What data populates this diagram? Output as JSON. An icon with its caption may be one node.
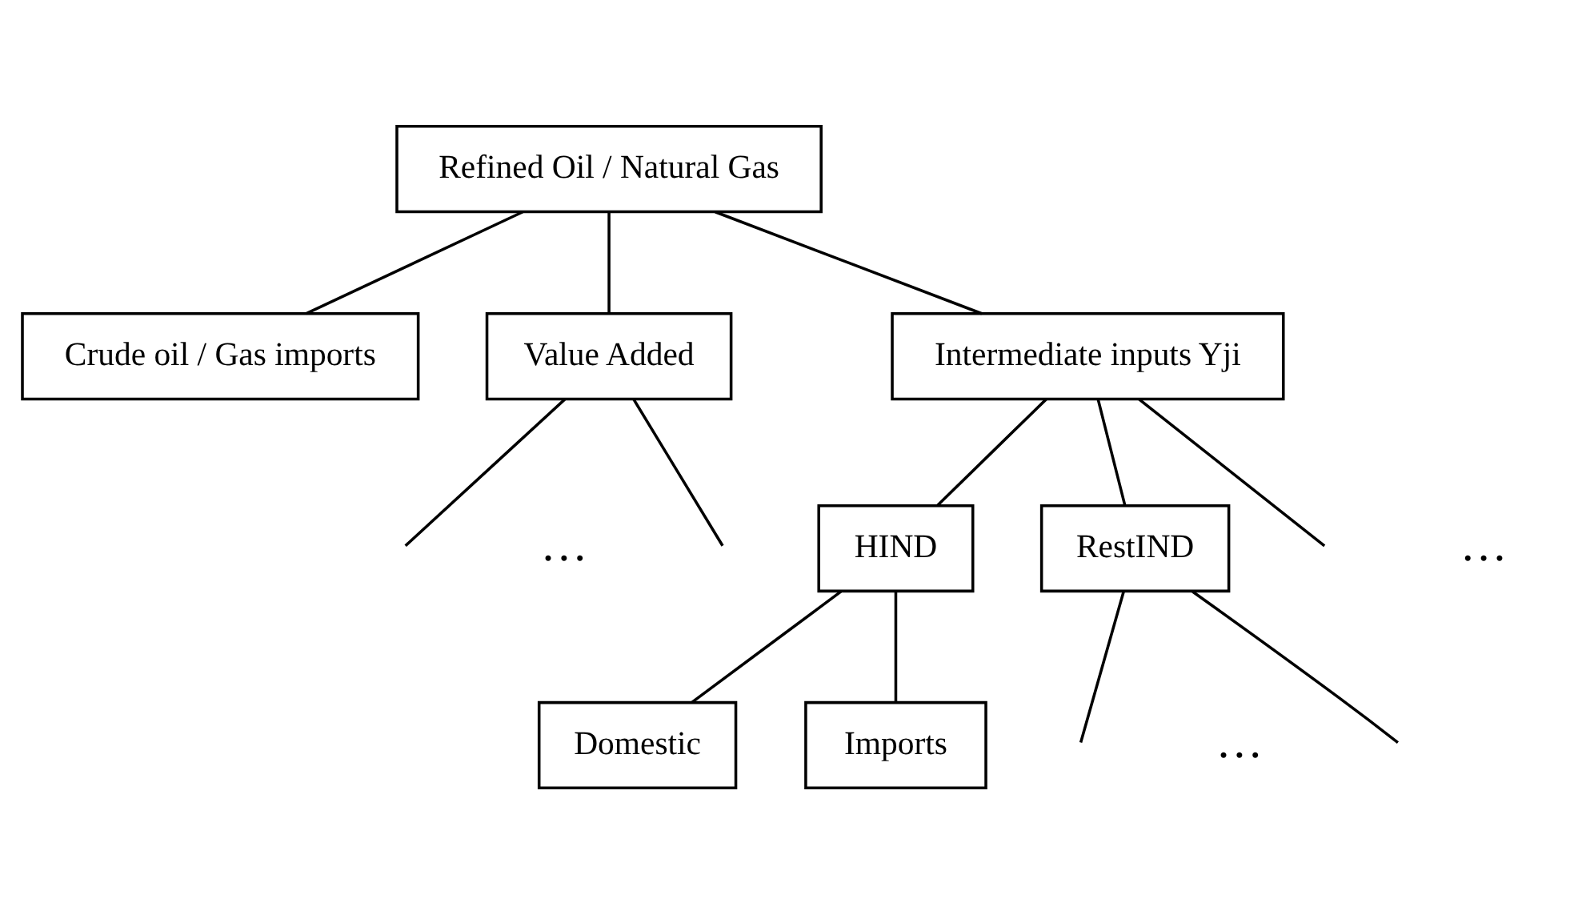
{
  "diagram": {
    "nodes": [
      {
        "text": [
          "Refined Oil / Natural Gas"
        ]
      },
      {
        "text": [
          "Crude oil / Gas imports"
        ]
      },
      {
        "text": [
          "Value Added"
        ]
      },
      {
        "text": [
          "Intermediate inputs Yji"
        ]
      },
      {
        "text": [
          "HIND"
        ]
      },
      {
        "text": [
          "RestIND"
        ]
      },
      {
        "text": [
          "Domestic"
        ]
      },
      {
        "text": [
          "Imports"
        ]
      }
    ],
    "edges": [
      {
        "from": 0,
        "to": 1,
        "arrow": "none"
      },
      {
        "from": 0,
        "to": 2,
        "arrow": "none"
      },
      {
        "from": 0,
        "to": 3,
        "arrow": "none"
      },
      {
        "from": 2,
        "to": null,
        "arrow": "none"
      },
      {
        "from": 2,
        "to": null,
        "arrow": "none"
      },
      {
        "from": 3,
        "to": 4,
        "arrow": "none"
      },
      {
        "from": 3,
        "to": 5,
        "arrow": "none"
      },
      {
        "from": 3,
        "to": null,
        "arrow": "none"
      },
      {
        "from": 4,
        "to": 6,
        "arrow": "none"
      },
      {
        "from": 4,
        "to": 7,
        "arrow": "none"
      },
      {
        "from": 5,
        "to": null,
        "arrow": "none"
      },
      {
        "from": 5,
        "to": null,
        "arrow": "none"
      }
    ],
    "labels": [
      "…",
      "…",
      "…"
    ]
  }
}
